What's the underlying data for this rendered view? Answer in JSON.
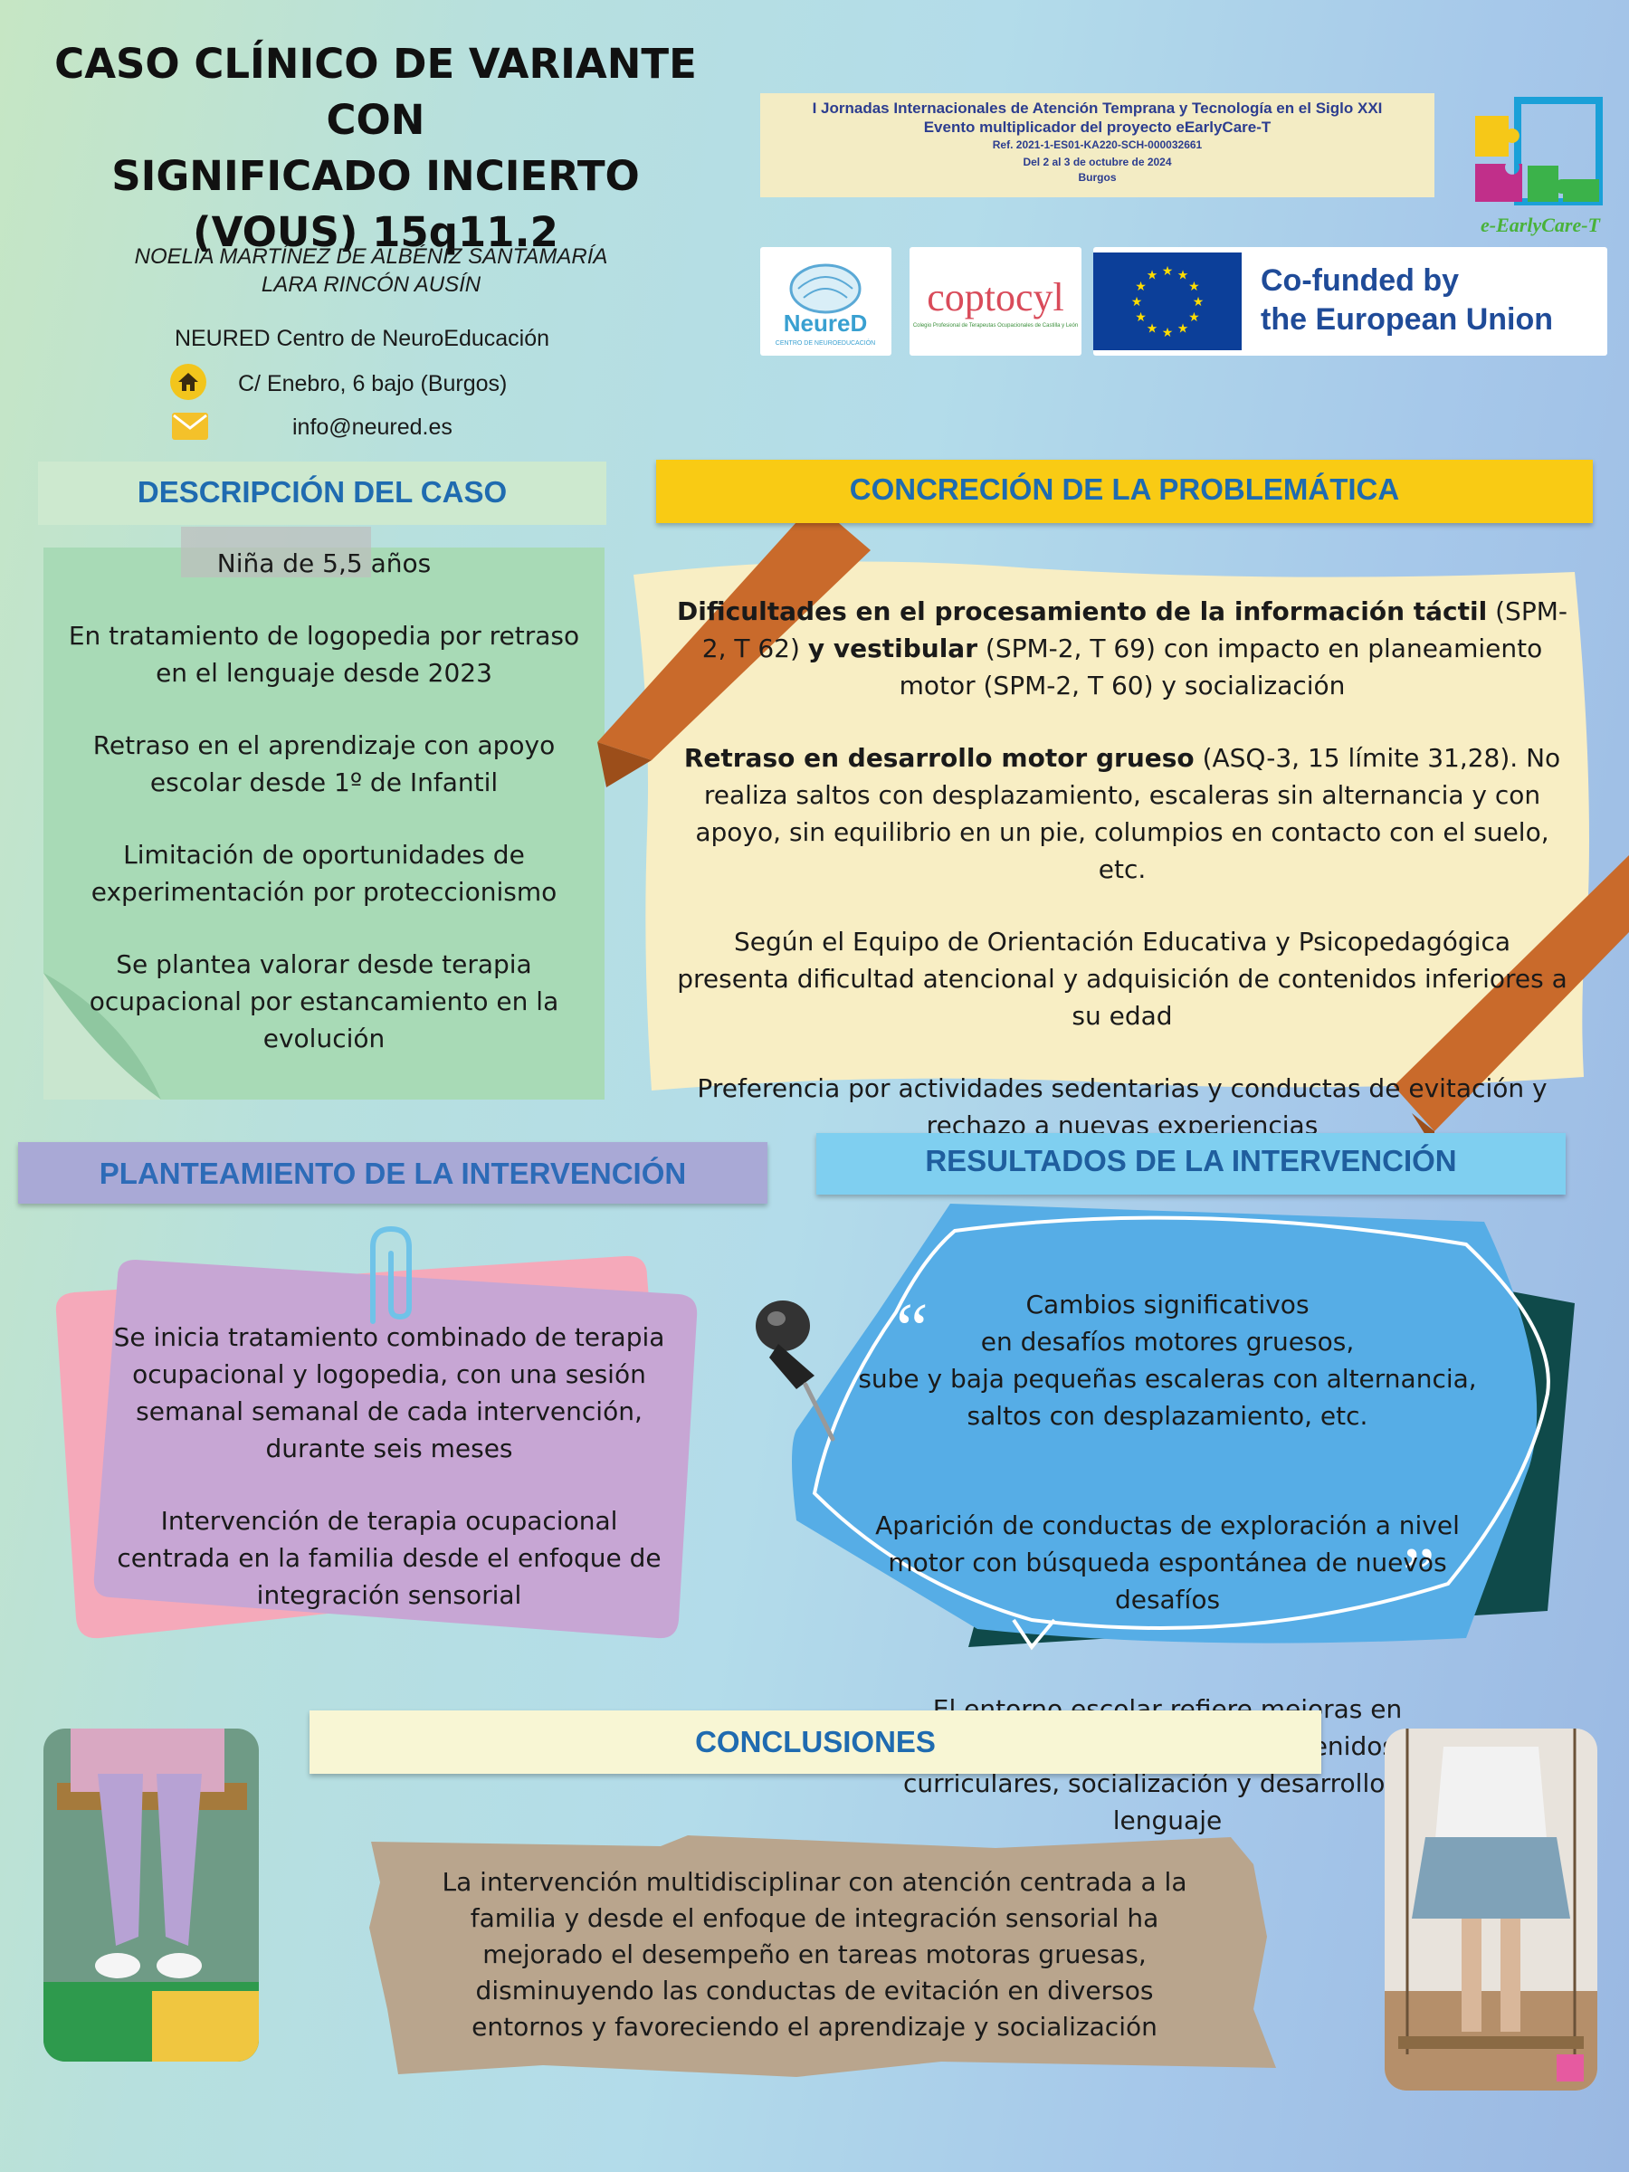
{
  "header": {
    "title_lines": [
      "CASO CLÍNICO DE VARIANTE CON",
      "SIGNIFICADO INCIERTO",
      "(VOUS) 15q11.2"
    ],
    "authors": [
      "NOELIA MARTÍNEZ DE ALBÉNIZ SANTAMARÍA",
      "LARA RINCÓN AUSÍN"
    ],
    "organization": "NEURED Centro de NeuroEducación",
    "address": "C/ Enebro, 6 bajo (Burgos)",
    "email": "info@neured.es",
    "address_icon": "home-icon",
    "email_icon": "envelope-icon"
  },
  "event": {
    "line1": "I Jornadas Internacionales de Atención Temprana y Tecnología en el Siglo XXI",
    "line2": "Evento multiplicador del proyecto eEarlyCare-T",
    "ref": "Ref. 2021-1-ES01-KA220-SCH-000032661",
    "dates": "Del 2 al 3 de octubre de 2024",
    "city": "Burgos"
  },
  "logos": {
    "main_brand": "e-EarlyCare-T",
    "neured": "NeureD",
    "neured_sub": "CENTRO DE NEUROEDUCACIÓN",
    "coptocyl": "coptocyl",
    "coptocyl_sub": "Colegio Profesional de Terapeutas Ocupacionales de Castilla y León",
    "eu_line1": "Co-funded by",
    "eu_line2": "the European Union"
  },
  "sections": {
    "descripcion": {
      "heading": "DESCRIPCIÓN DEL CASO",
      "items": [
        "Niña de 5,5 años",
        "En tratamiento de logopedia por retraso en el lenguaje desde 2023",
        "Retraso en el aprendizaje con apoyo escolar desde 1º de Infantil",
        "Limitación de oportunidades de experimentación por proteccionismo",
        "Se plantea valorar desde terapia ocupacional por estancamiento en la evolución"
      ]
    },
    "problematica": {
      "heading": "CONCRECIÓN DE LA PROBLEMÁTICA",
      "p1_bold1": "Dificultades en el procesamiento de la información táctil",
      "p1_text1": " (SPM-2, T 62) ",
      "p1_bold2": "y vestibular",
      "p1_text2": " (SPM-2, T 69) con impacto en planeamiento motor (SPM-2, T 60) y socialización",
      "p2_bold": "Retraso en desarrollo motor grueso",
      "p2_text": " (ASQ-3, 15 límite 31,28). No realiza saltos con desplazamiento, escaleras sin alternancia y con apoyo, sin equilibrio en un pie, columpios en contacto con el suelo, etc.",
      "p3": "Según el Equipo de Orientación Educativa y Psicopedagógica presenta dificultad atencional y adquisición de contenidos inferiores a su edad",
      "p4": "Preferencia por actividades sedentarias y conductas de evitación y rechazo a nuevas experiencias"
    },
    "planteamiento": {
      "heading": "PLANTEAMIENTO DE LA INTERVENCIÓN",
      "p1": "Se inicia tratamiento combinado de terapia ocupacional y logopedia, con una sesión semanal semanal de cada intervención, durante seis meses",
      "p2": "Intervención de terapia ocupacional centrada en la familia desde el enfoque de integración sensorial"
    },
    "resultados": {
      "heading": "RESULTADOS DE LA INTERVENCIÓN",
      "p1": "Cambios significativos\nen desafíos motores gruesos,\nsube y baja pequeñas escaleras con alternancia,\nsaltos con desplazamiento, etc.",
      "p2": "Aparición de conductas de exploración a nivel motor con búsqueda espontánea de nuevos desafíos",
      "p3": "El entorno escolar refiere mejoras en atención, adquisición de contenidos curriculares, socialización y desarrollo del lenguaje",
      "open_quote": "“",
      "close_quote": "”"
    },
    "conclusiones": {
      "heading": "CONCLUSIONES",
      "text": "La intervención multidisciplinar con atención centrada a la familia y desde el enfoque de integración sensorial ha mejorado el desempeño en tareas motoras gruesas, disminuyendo las conductas de evitación en diversos entornos y favoreciendo el aprendizaje y socialización"
    }
  },
  "colors": {
    "heading_blue": "#1f6bb0",
    "yellow": "#f9cb14",
    "orange_ribbon": "#c96a2b",
    "note_green": "#a8dab6",
    "note_purple": "#c7a6d4",
    "note_pink": "#f5a9ba",
    "result_blue": "#56ade6",
    "dark_teal": "#0f4a4a",
    "kraft": "#b9a58d"
  }
}
